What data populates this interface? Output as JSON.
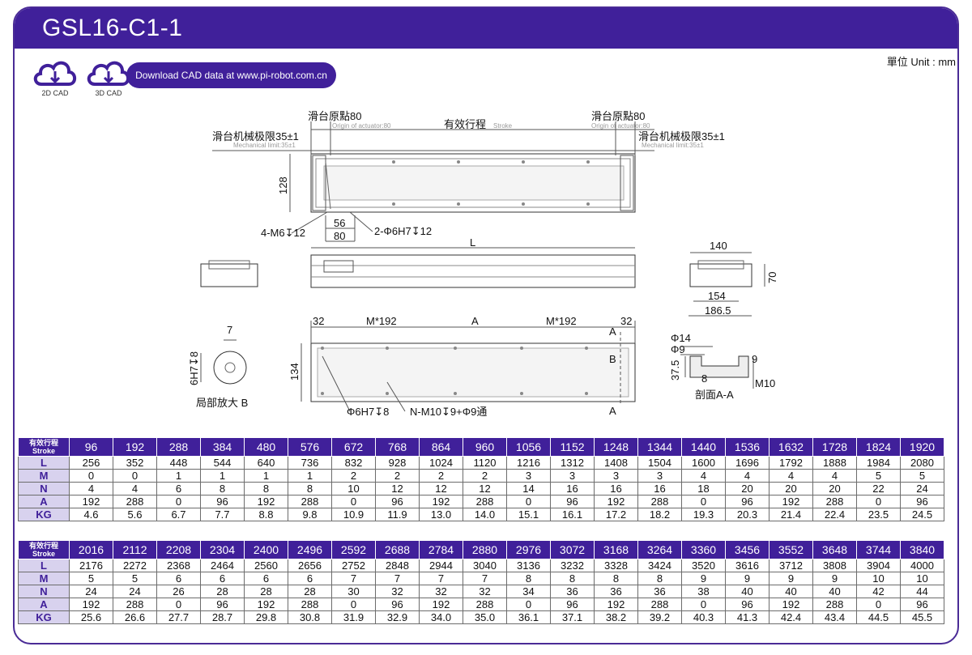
{
  "header": {
    "title": "GSL16-C1-1"
  },
  "unit_label": "單位 Unit : mm",
  "cad": {
    "d2_label": "2D CAD",
    "d3_label": "3D CAD",
    "download_text": "Download CAD data at www.pi-robot.com.cn"
  },
  "drawing": {
    "origin_left": "滑台原點80",
    "origin_left_en": "Origin of actuator:80",
    "origin_right": "滑台原點80",
    "origin_right_en": "Origin of actuator:80",
    "stroke": "有效行程",
    "stroke_en": "Stroke",
    "mech_left": "滑台机械极限35±1",
    "mech_left_en": "Mechanical limit:35±1",
    "mech_right": "滑台机械极限35±1",
    "mech_right_en": "Mechanical limit:35±1",
    "dim_128": "128",
    "dim_56": "56",
    "dim_80": "80",
    "m6_hole": "4-M6↧12",
    "phi6_hole": "2-Φ6H7↧12",
    "dim_L": "L",
    "dim_140": "140",
    "dim_70": "70",
    "dim_154": "154",
    "dim_186_5": "186.5",
    "dim_32_left": "32",
    "dim_32_right": "32",
    "pitch_left": "M*192",
    "pitch_right": "M*192",
    "label_A": "A",
    "label_A_top": "A",
    "label_A_bot": "A",
    "label_B": "B",
    "dim_134": "134",
    "phi6_bottom": "Φ6H7↧8",
    "m10_holes": "N-M10↧9+Φ9通",
    "dim_7": "7",
    "dim_6h7": "6H7↧8",
    "detail_b": "局部放大 B",
    "phi14": "Φ14",
    "phi9": "Φ9",
    "dim_37_5": "37.5",
    "dim_9": "9",
    "dim_8": "8",
    "m10": "M10",
    "section_aa": "剖面A-A"
  },
  "table": {
    "labels": {
      "stroke_cn": "有效行程",
      "stroke_en": "Stroke",
      "L": "L",
      "M": "M",
      "N": "N",
      "A": "A",
      "KG": "KG"
    },
    "block1": {
      "stroke": [
        "96",
        "192",
        "288",
        "384",
        "480",
        "576",
        "672",
        "768",
        "864",
        "960",
        "1056",
        "1152",
        "1248",
        "1344",
        "1440",
        "1536",
        "1632",
        "1728",
        "1824",
        "1920"
      ],
      "L": [
        "256",
        "352",
        "448",
        "544",
        "640",
        "736",
        "832",
        "928",
        "1024",
        "1120",
        "1216",
        "1312",
        "1408",
        "1504",
        "1600",
        "1696",
        "1792",
        "1888",
        "1984",
        "2080"
      ],
      "M": [
        "0",
        "0",
        "1",
        "1",
        "1",
        "1",
        "2",
        "2",
        "2",
        "2",
        "3",
        "3",
        "3",
        "3",
        "4",
        "4",
        "4",
        "4",
        "5",
        "5"
      ],
      "N": [
        "4",
        "4",
        "6",
        "8",
        "8",
        "8",
        "10",
        "12",
        "12",
        "12",
        "14",
        "16",
        "16",
        "16",
        "18",
        "20",
        "20",
        "20",
        "22",
        "24"
      ],
      "A": [
        "192",
        "288",
        "0",
        "96",
        "192",
        "288",
        "0",
        "96",
        "192",
        "288",
        "0",
        "96",
        "192",
        "288",
        "0",
        "96",
        "192",
        "288",
        "0",
        "96"
      ],
      "KG": [
        "4.6",
        "5.6",
        "6.7",
        "7.7",
        "8.8",
        "9.8",
        "10.9",
        "11.9",
        "13.0",
        "14.0",
        "15.1",
        "16.1",
        "17.2",
        "18.2",
        "19.3",
        "20.3",
        "21.4",
        "22.4",
        "23.5",
        "24.5"
      ]
    },
    "block2": {
      "stroke": [
        "2016",
        "2112",
        "2208",
        "2304",
        "2400",
        "2496",
        "2592",
        "2688",
        "2784",
        "2880",
        "2976",
        "3072",
        "3168",
        "3264",
        "3360",
        "3456",
        "3552",
        "3648",
        "3744",
        "3840"
      ],
      "L": [
        "2176",
        "2272",
        "2368",
        "2464",
        "2560",
        "2656",
        "2752",
        "2848",
        "2944",
        "3040",
        "3136",
        "3232",
        "3328",
        "3424",
        "3520",
        "3616",
        "3712",
        "3808",
        "3904",
        "4000"
      ],
      "M": [
        "5",
        "5",
        "6",
        "6",
        "6",
        "6",
        "7",
        "7",
        "7",
        "7",
        "8",
        "8",
        "8",
        "8",
        "9",
        "9",
        "9",
        "9",
        "10",
        "10"
      ],
      "N": [
        "24",
        "24",
        "26",
        "28",
        "28",
        "28",
        "30",
        "32",
        "32",
        "32",
        "34",
        "36",
        "36",
        "36",
        "38",
        "40",
        "40",
        "40",
        "42",
        "44"
      ],
      "A": [
        "192",
        "288",
        "0",
        "96",
        "192",
        "288",
        "0",
        "96",
        "192",
        "288",
        "0",
        "96",
        "192",
        "288",
        "0",
        "96",
        "192",
        "288",
        "0",
        "96"
      ],
      "KG": [
        "25.6",
        "26.6",
        "27.7",
        "28.7",
        "29.8",
        "30.8",
        "31.9",
        "32.9",
        "34.0",
        "35.0",
        "36.1",
        "37.1",
        "38.2",
        "39.2",
        "40.3",
        "41.3",
        "42.4",
        "43.4",
        "44.5",
        "45.5"
      ]
    }
  }
}
